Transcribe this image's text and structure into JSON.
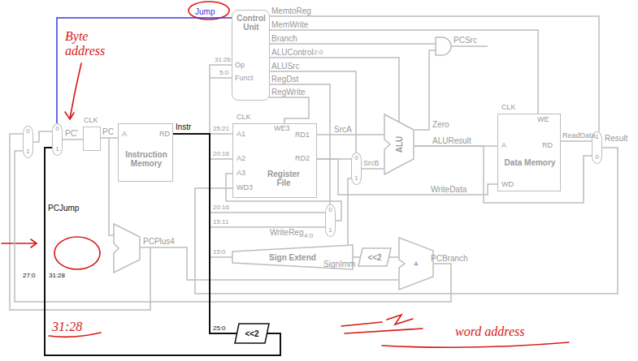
{
  "diagram": {
    "nodes": [
      {
        "text": [
          "Control Unit",
          "Op",
          "Funct"
        ]
      },
      {
        "text": [
          "CLK"
        ]
      },
      {
        "text": [
          "A",
          "RD",
          "Instruction Memory"
        ]
      },
      {
        "text": [
          "CLK",
          "WE3",
          "A1",
          "A2",
          "A3",
          "WD3",
          "RD1",
          "RD2",
          "Register File"
        ]
      },
      {
        "text": [
          "ALU"
        ]
      },
      {
        "text": [
          "CLK",
          "WE",
          "A",
          "RD",
          "Data Memory",
          "WD"
        ]
      },
      {
        "text": [
          "Sign Extend"
        ]
      },
      {
        "text": [
          "<<2"
        ]
      },
      {
        "text": [
          "+"
        ]
      },
      {
        "text": [
          "<<2"
        ]
      },
      {
        "text": [
          "0",
          "1"
        ]
      },
      {
        "text": [
          "0",
          "1"
        ]
      },
      {
        "text": [
          "0",
          "1"
        ]
      },
      {
        "text": [
          "0",
          "1"
        ]
      },
      {
        "text": [
          "1",
          "0"
        ]
      }
    ],
    "edges": [
      {
        "from": 1,
        "to": 2,
        "arrow": "none"
      },
      {
        "from": 2,
        "to": 0,
        "arrow": "none"
      },
      {
        "from": 2,
        "to": 3,
        "arrow": "none"
      },
      {
        "from": 2,
        "to": 6,
        "arrow": "none"
      },
      {
        "from": 2,
        "to": 13,
        "arrow": "none"
      },
      {
        "from": 2,
        "to": 9,
        "arrow": "none"
      },
      {
        "from": 3,
        "to": 4,
        "arrow": "none"
      },
      {
        "from": 3,
        "to": 12,
        "arrow": "none"
      },
      {
        "from": 3,
        "to": 5,
        "arrow": "none"
      },
      {
        "from": 12,
        "to": 4,
        "arrow": "none"
      },
      {
        "from": 4,
        "to": 5,
        "arrow": "none"
      },
      {
        "from": 5,
        "to": 14,
        "arrow": "none"
      },
      {
        "from": 4,
        "to": 14,
        "arrow": "none"
      },
      {
        "from": 6,
        "to": 12,
        "arrow": "none"
      },
      {
        "from": 6,
        "to": 7,
        "arrow": "none"
      },
      {
        "from": 7,
        "to": 8,
        "arrow": "none"
      },
      {
        "from": 8,
        "to": 10,
        "arrow": "none"
      },
      {
        "from": 13,
        "to": 3,
        "arrow": "none"
      },
      {
        "from": 10,
        "to": 11,
        "arrow": "none"
      },
      {
        "from": 11,
        "to": 1,
        "arrow": "none"
      },
      {
        "from": 9,
        "to": 11,
        "arrow": "none"
      },
      {
        "from": 14,
        "to": 3,
        "arrow": "none"
      },
      {
        "from": 0,
        "to": 11,
        "arrow": "none"
      }
    ],
    "labels": [
      "Jump",
      "MemtoReg",
      "MemWrite",
      "Branch",
      "ALUControl",
      "2:0",
      "ALUSrc",
      "RegDst",
      "RegWrite",
      "PCSrc",
      "31:26",
      "5:0",
      "25:21",
      "20:16",
      "20:16",
      "15:11",
      "15:0",
      "25:0",
      "Instr",
      "PC'",
      "PC",
      "PCPlus4",
      "PCJump",
      "27:0",
      "31:28",
      "WriteReg",
      "4:0",
      "SignImm",
      "PCBranch",
      "SrcA",
      "SrcB",
      "Zero",
      "ALUResult",
      "WriteData",
      "ReadData",
      "Result",
      "Byte address",
      "31:28",
      "word address"
    ]
  }
}
